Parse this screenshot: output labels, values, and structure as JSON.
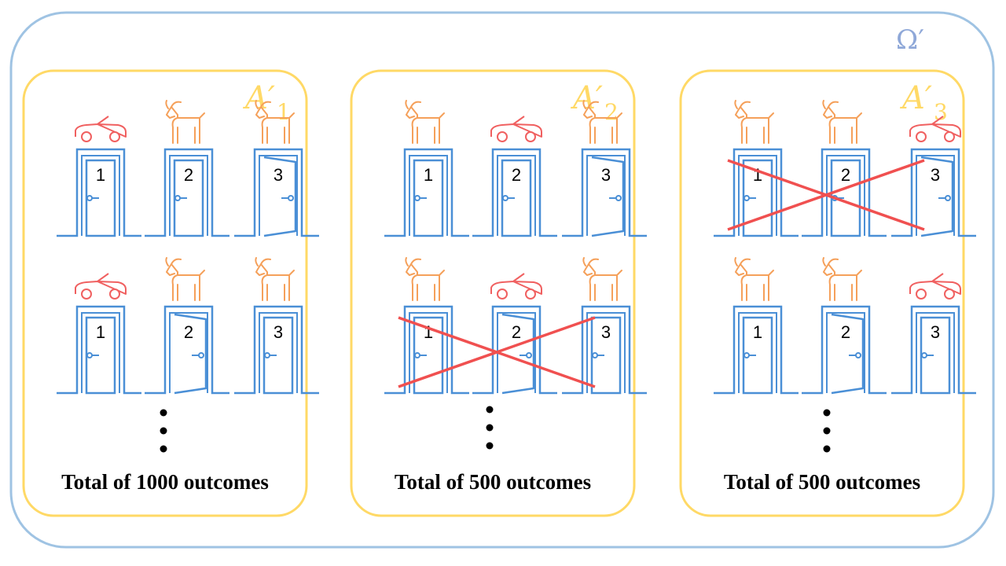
{
  "omega": {
    "label": "Ω′"
  },
  "panels": [
    {
      "set_label": "A′",
      "set_subscript": "1",
      "rows": [
        {
          "prizes": [
            "car",
            "goat",
            "goat"
          ],
          "open_door": 3,
          "crossed": false
        },
        {
          "prizes": [
            "car",
            "goat",
            "goat"
          ],
          "open_door": 2,
          "crossed": false
        }
      ],
      "ellipsis": "⋮",
      "total": "Total of 1000 outcomes"
    },
    {
      "set_label": "A′",
      "set_subscript": "2",
      "rows": [
        {
          "prizes": [
            "goat",
            "car",
            "goat"
          ],
          "open_door": 3,
          "crossed": false
        },
        {
          "prizes": [
            "goat",
            "car",
            "goat"
          ],
          "open_door": 2,
          "crossed": true
        }
      ],
      "ellipsis": "⋮",
      "total": "Total of 500 outcomes"
    },
    {
      "set_label": "A′",
      "set_subscript": "3",
      "rows": [
        {
          "prizes": [
            "goat",
            "goat",
            "car"
          ],
          "open_door": 3,
          "crossed": true
        },
        {
          "prizes": [
            "goat",
            "goat",
            "car"
          ],
          "open_door": 2,
          "crossed": false
        }
      ],
      "ellipsis": "⋮",
      "total": "Total of 500 outcomes"
    }
  ],
  "door_numbers": [
    "1",
    "2",
    "3"
  ],
  "colors": {
    "omega_border": "#9fc3e3",
    "panel_border": "#ffd966",
    "door": "#4a8fd6",
    "car": "#f06060",
    "goat": "#f5a05a",
    "cross": "#f05050"
  }
}
